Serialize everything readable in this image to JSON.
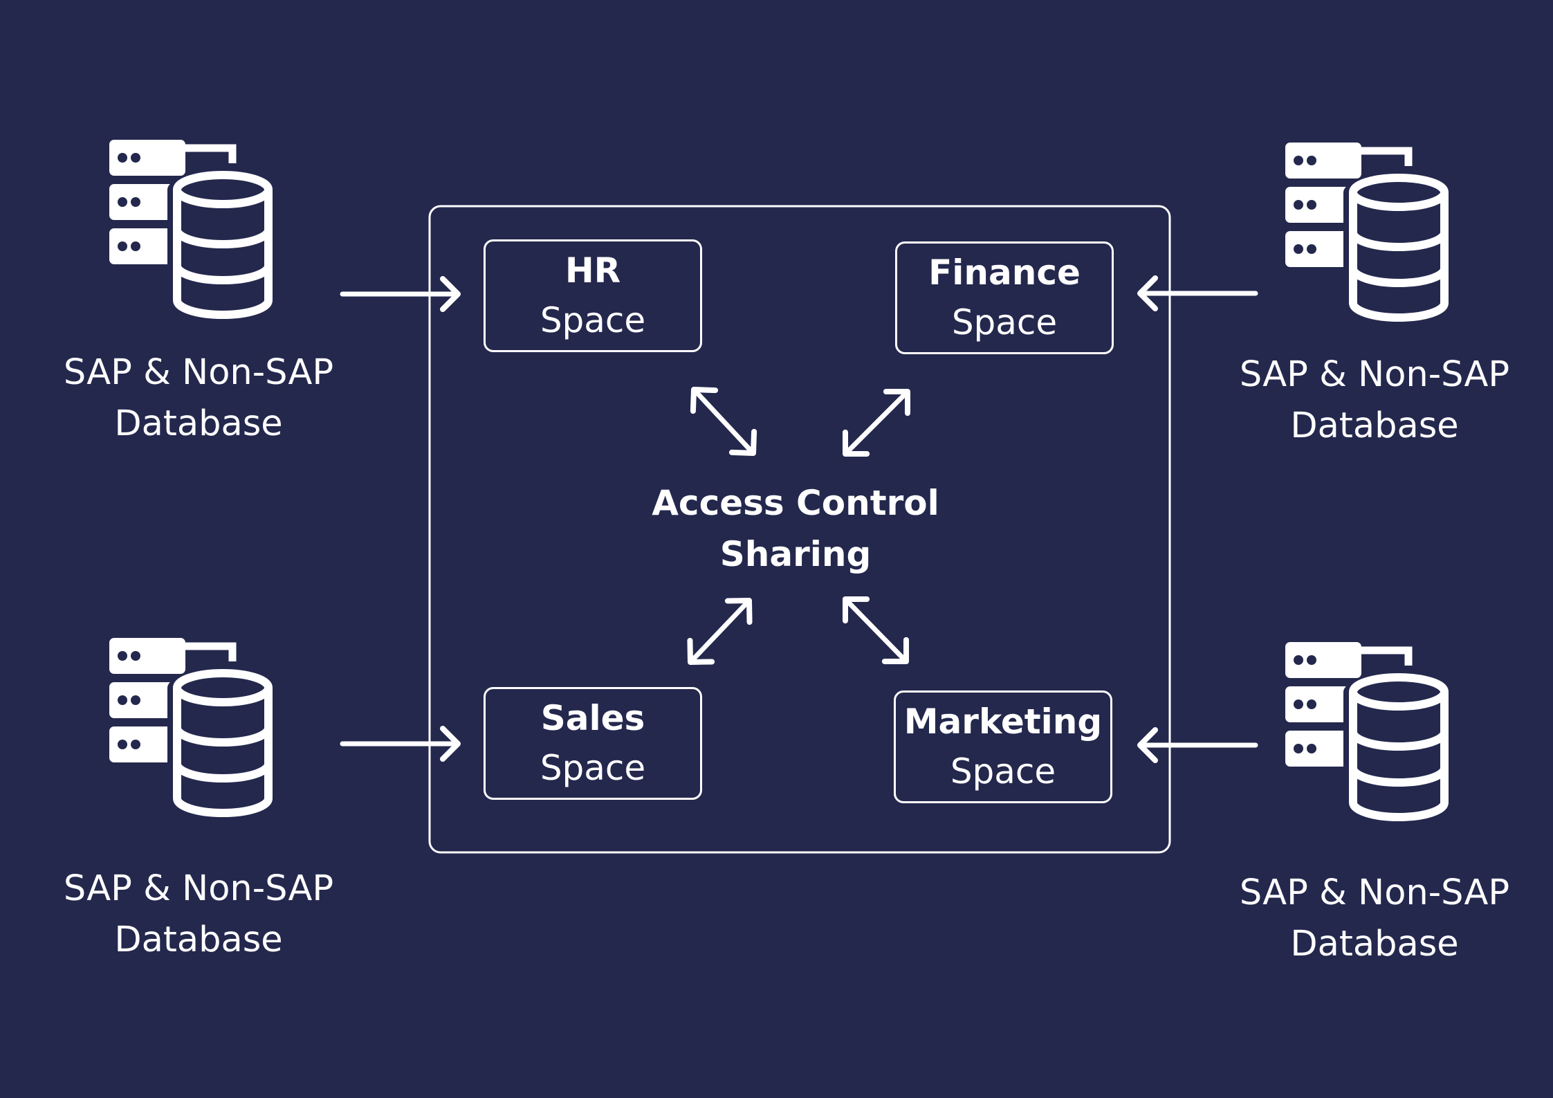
{
  "colors": {
    "background": "#24284d",
    "foreground": "#ffffff"
  },
  "databases": [
    {
      "id": "top-left",
      "icon": "server-database-icon",
      "line1": "SAP & Non-SAP",
      "line2": "Database",
      "arrow_target": "HR Space"
    },
    {
      "id": "top-right",
      "icon": "server-database-icon",
      "line1": "SAP & Non-SAP",
      "line2": "Database",
      "arrow_target": "Finance Space"
    },
    {
      "id": "bottom-left",
      "icon": "server-database-icon",
      "line1": "SAP & Non-SAP",
      "line2": "Database",
      "arrow_target": "Sales Space"
    },
    {
      "id": "bottom-right",
      "icon": "server-database-icon",
      "line1": "SAP & Non-SAP",
      "line2": "Database",
      "arrow_target": "Marketing Space"
    }
  ],
  "spaces": {
    "hr": {
      "name": "HR",
      "sub": "Space"
    },
    "finance": {
      "name": "Finance",
      "sub": "Space"
    },
    "sales": {
      "name": "Sales",
      "sub": "Space"
    },
    "marketing": {
      "name": "Marketing",
      "sub": "Space"
    }
  },
  "center": {
    "line1": "Access Control",
    "line2": "Sharing"
  }
}
